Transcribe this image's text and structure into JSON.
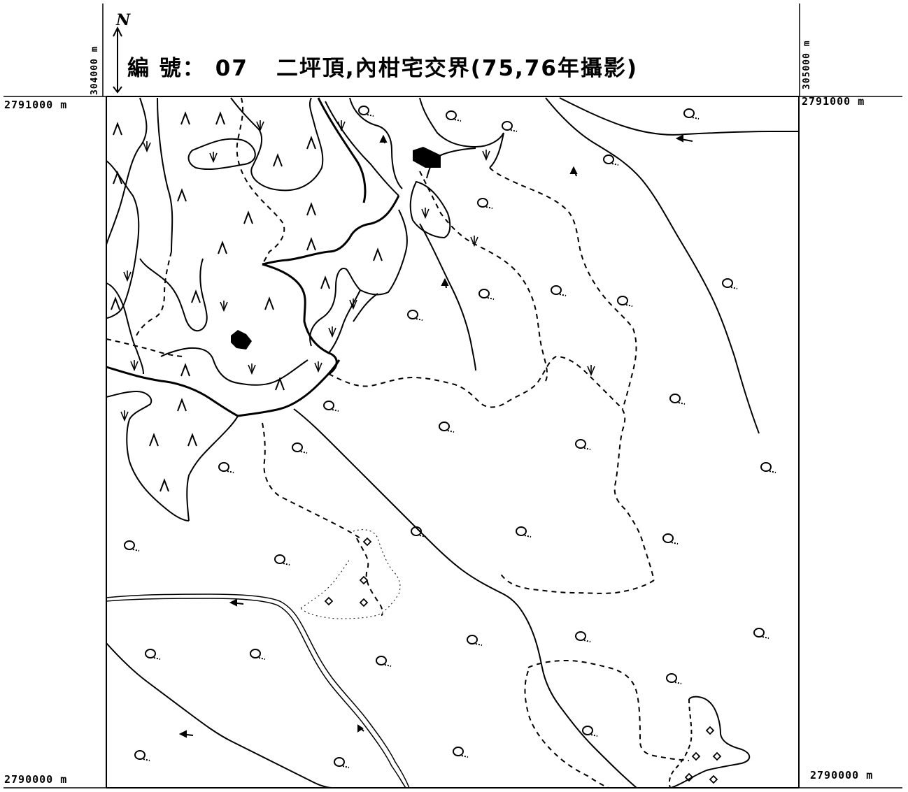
{
  "title": {
    "label": "編 號：",
    "number": "07",
    "place": "二坪頂,內柑宅交界(75,76年攝影)"
  },
  "north_arrow": {
    "label": "N"
  },
  "coordinates": {
    "top_left_northing": "2791000 m",
    "top_right_northing": "2791000 m",
    "bottom_left_northing": "2790000 m",
    "bottom_right_northing": "2790000 m",
    "left_easting": "304000 m",
    "right_easting": "305000 m"
  },
  "symbols": {
    "grass": "Λ",
    "paddy": "ψ",
    "tree": "Q",
    "diamond": "◇"
  }
}
